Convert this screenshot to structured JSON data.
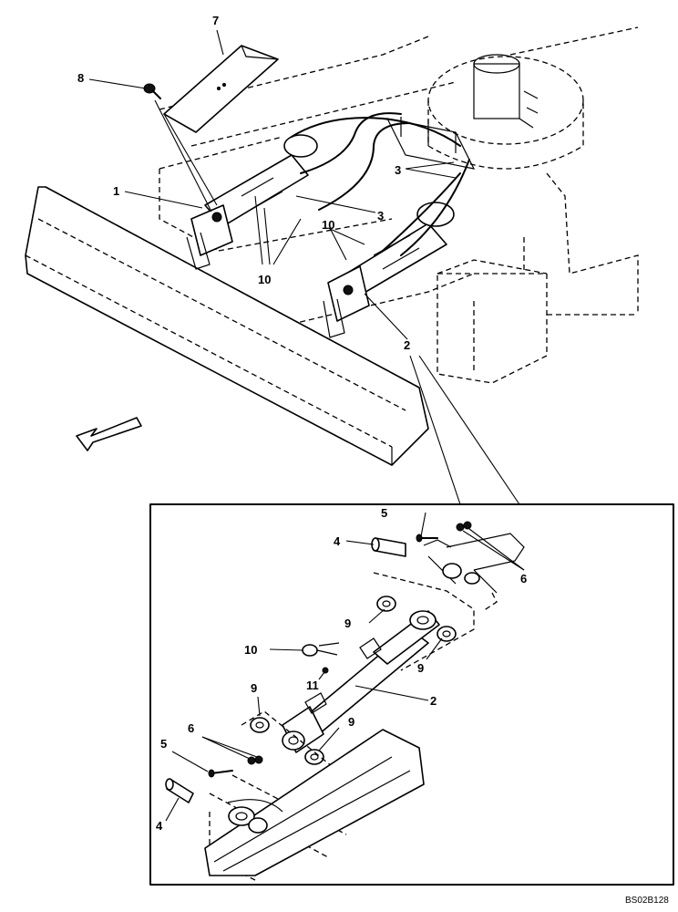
{
  "callouts": {
    "c7": "7",
    "c8": "8",
    "c1": "1",
    "c3a": "3",
    "c3b": "3",
    "c10a": "10",
    "c10b": "10",
    "c2a": "2",
    "c5a": "5",
    "c4a": "4",
    "c6a": "6",
    "c9a": "9",
    "c9b": "9",
    "c10c": "10",
    "c11": "11",
    "c2b": "2",
    "c9c": "9",
    "c9d": "9",
    "c6b": "6",
    "c5b": "5",
    "c4b": "4"
  },
  "figure_code": "BS02B128"
}
